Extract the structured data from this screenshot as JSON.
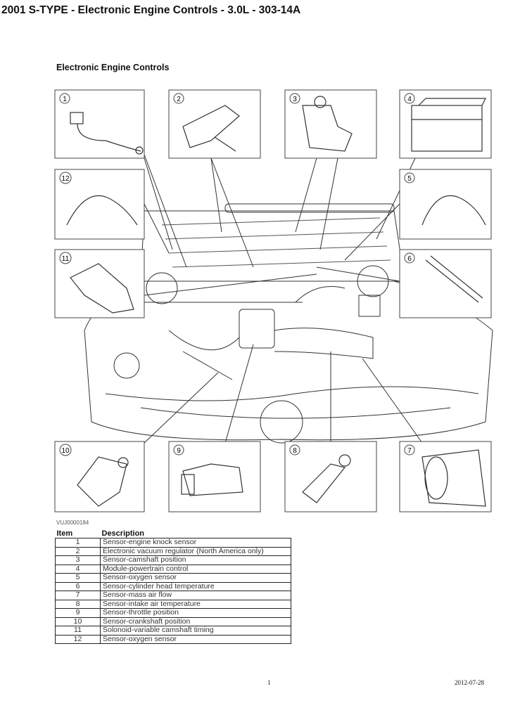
{
  "header": {
    "title": "2001 S-TYPE - Electronic Engine Controls - 3.0L - 303-14A"
  },
  "section": {
    "title": "Electronic Engine Controls"
  },
  "figure": {
    "id": "VUJ0000184",
    "callouts": [
      "1",
      "2",
      "3",
      "4",
      "5",
      "6",
      "7",
      "8",
      "9",
      "10",
      "11",
      "12"
    ]
  },
  "table": {
    "headers": {
      "item": "Item",
      "description": "Description"
    },
    "rows": [
      {
        "item": "1",
        "description": "Sensor-engine knock sensor"
      },
      {
        "item": "2",
        "description": "Electronic vacuum regulator (North America only)"
      },
      {
        "item": "3",
        "description": "Sensor-camshaft position"
      },
      {
        "item": "4",
        "description": "Module-powertrain control"
      },
      {
        "item": "5",
        "description": "Sensor-oxygen sensor"
      },
      {
        "item": "6",
        "description": "Sensor-cylinder head temperature"
      },
      {
        "item": "7",
        "description": "Sensor-mass air flow"
      },
      {
        "item": "8",
        "description": "Sensor-intake air temperature"
      },
      {
        "item": "9",
        "description": "Sensor-throttle position"
      },
      {
        "item": "10",
        "description": "Sensor-crankshaft position"
      },
      {
        "item": "11",
        "description": "Solonoid-variable camshaft timing"
      },
      {
        "item": "12",
        "description": "Sensor-oxygen sensor"
      }
    ]
  },
  "footer": {
    "page": "1",
    "date": "2012-07-28"
  }
}
